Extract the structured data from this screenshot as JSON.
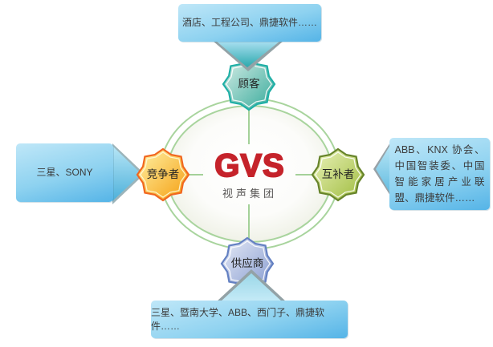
{
  "diagram": {
    "center": {
      "logo": "GVS",
      "subtitle": "视声集团",
      "logo_color": "#c5232b"
    },
    "nodes": [
      {
        "position": "top",
        "label": "顾客",
        "box_text": "酒店、工程公司、鼎捷软件……",
        "badge_border": "#1fafa6",
        "badge_fill_start": "#cfeae3",
        "badge_fill_end": "#3fae9f"
      },
      {
        "position": "left",
        "label": "竞争者",
        "box_text": "三星、SONY",
        "badge_border": "#f1661f",
        "badge_fill_start": "#ffee9e",
        "badge_fill_end": "#f5a318"
      },
      {
        "position": "right",
        "label": "互补者",
        "box_text": "ABB、KNX 协会、中国智装委、中国智能家居产业联盟、鼎捷软件……",
        "badge_border": "#66832a",
        "badge_fill_start": "#e6efb4",
        "badge_fill_end": "#a3bf44"
      },
      {
        "position": "bottom",
        "label": "供应商",
        "box_text": "三星、暨南大学、ABB、西门子、鼎捷软件……",
        "badge_border": "#6380c2",
        "badge_fill_start": "#e0e6f4",
        "badge_fill_end": "#8b9fd2"
      }
    ],
    "colors": {
      "background": "#ffffff",
      "ring_green": "#a8d49d",
      "box_gradient_start": "#bfe7f8",
      "box_gradient_end": "#55b4e7",
      "arrow_shadow_gray": "#93a2a6",
      "text_dark": "#3b3b3b"
    }
  }
}
